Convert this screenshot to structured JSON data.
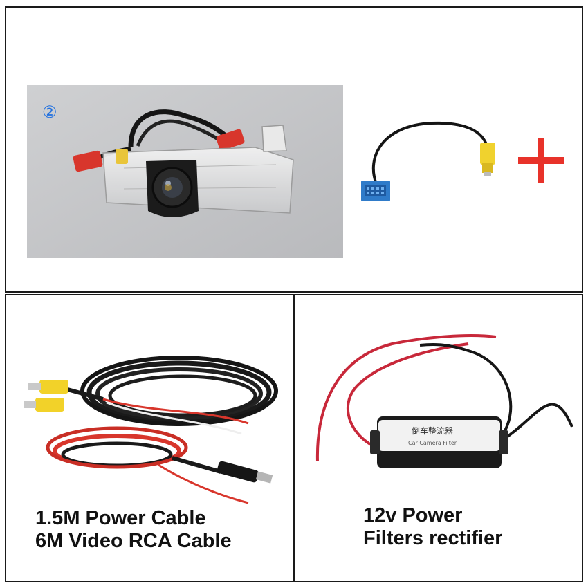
{
  "top_panel": {
    "marker": "②",
    "colors": {
      "marker": "#1e6fe0",
      "plus": "#e8322a"
    }
  },
  "bottom_left": {
    "caption": [
      "1.5M Power Cable",
      "6M Video RCA Cable"
    ]
  },
  "bottom_right": {
    "caption": [
      "12v Power",
      "Filters rectifier"
    ],
    "filter_label": "倒车整流器",
    "filter_sublabel": "Car Camera Filter"
  }
}
